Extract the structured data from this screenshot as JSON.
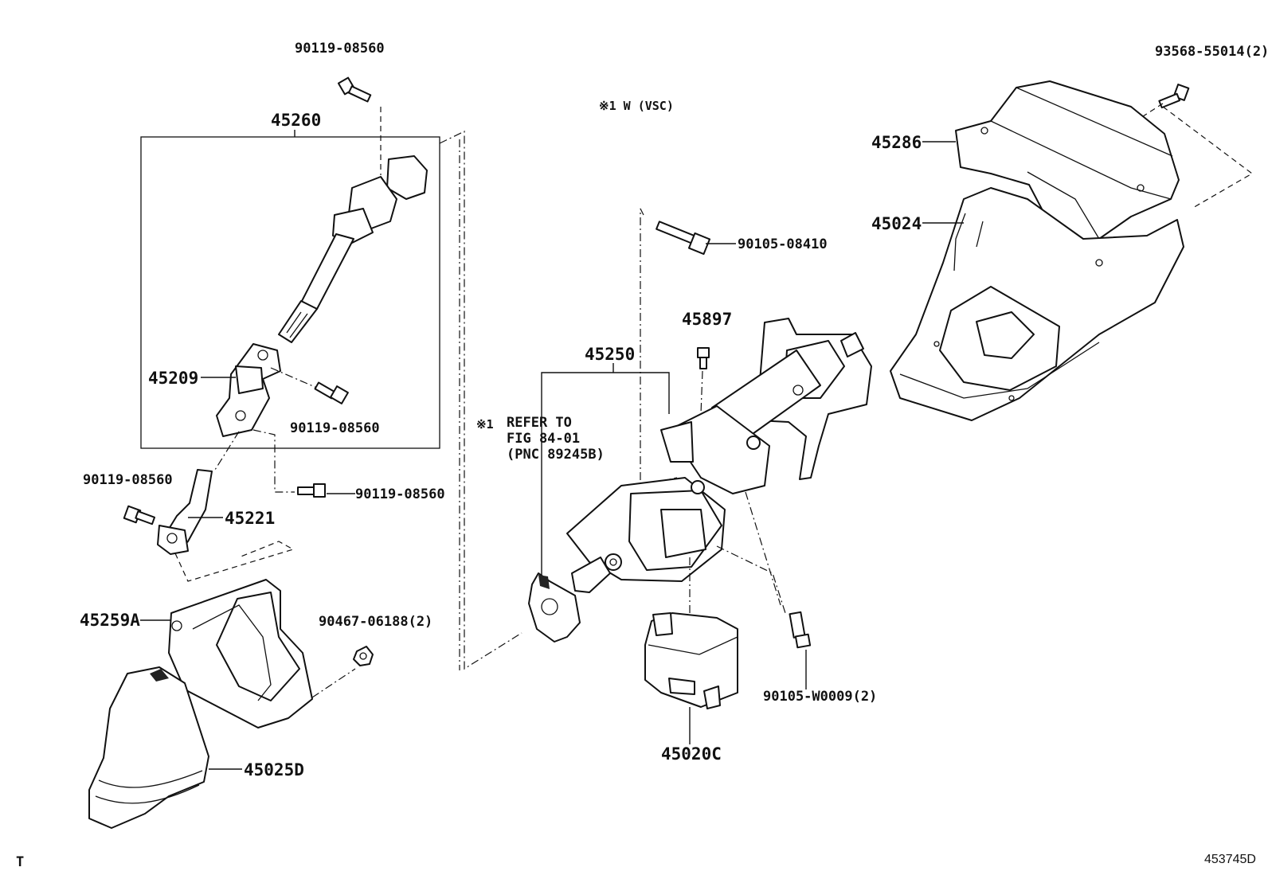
{
  "labels": {
    "bolt_top_left": "90119-08560",
    "shaft_assembly": "45260",
    "yoke": "45209",
    "bolt_yoke": "90119-08560",
    "bolt_left": "90119-08560",
    "bolt_mid": "90119-08560",
    "intermediate_shaft": "45221",
    "cover_plate": "45259A",
    "nut": "90467-06188(2)",
    "boot": "45025D",
    "note_w_vsc": "※1 W (VSC)",
    "refer_mark": "※1",
    "refer_line1": "REFER TO",
    "refer_line2": "FIG 84-01",
    "refer_line3": "(PNC 89245B)",
    "column_assembly": "45250",
    "bolt_column": "90105-08410",
    "bolt_small": "45897",
    "lock_module": "45020C",
    "bolt_bottom": "90105-W0009(2)",
    "screw_top_right": "93568-55014(2)",
    "upper_cover": "45286",
    "lower_cover": "45024",
    "corner_mark": "T",
    "figure_code": "453745D"
  }
}
